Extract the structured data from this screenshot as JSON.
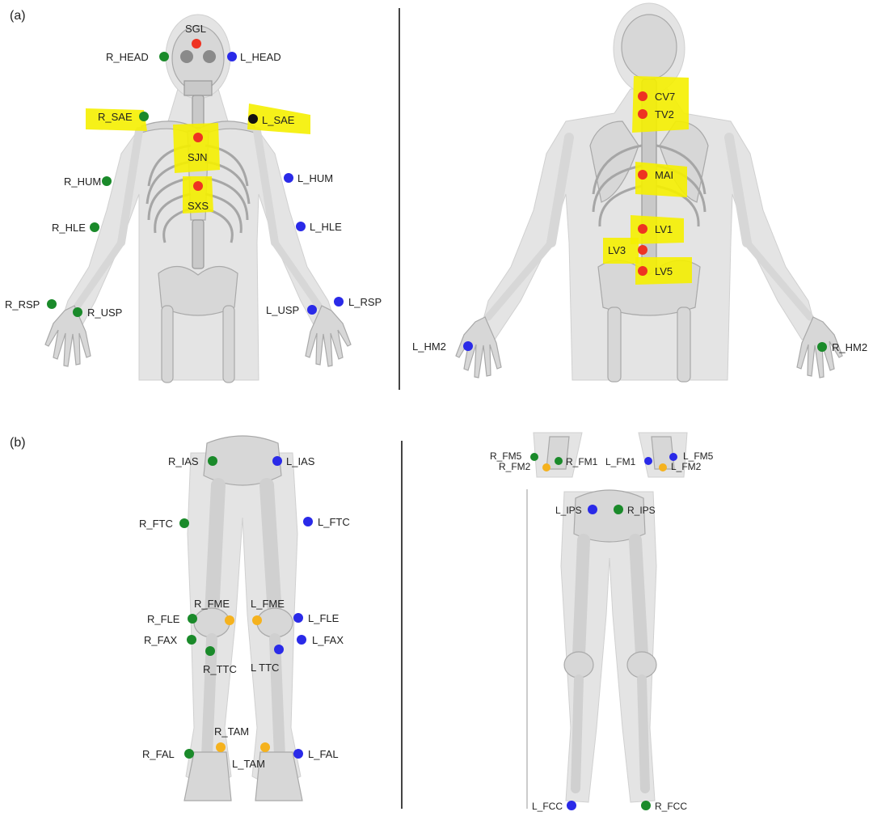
{
  "panels": {
    "a": "(a)",
    "b": "(b)"
  },
  "colors": {
    "red": "#ee3322",
    "green": "#1a8a2a",
    "blue": "#2a2ae8",
    "orange": "#f5b21e",
    "black": "#111111",
    "highlight": "#f5f000"
  },
  "markers": {
    "SGL": "SGL",
    "R_HEAD": "R_HEAD",
    "L_HEAD": "L_HEAD",
    "R_SAE": "R_SAE",
    "L_SAE": "L_SAE",
    "SJN": "SJN",
    "SXS": "SXS",
    "R_HUM": "R_HUM",
    "L_HUM": "L_HUM",
    "R_HLE": "R_HLE",
    "L_HLE": "L_HLE",
    "R_RSP": "R_RSP",
    "R_USP": "R_USP",
    "L_USP": "L_USP",
    "L_RSP": "L_RSP",
    "CV7": "CV7",
    "TV2": "TV2",
    "MAI": "MAI",
    "LV1": "LV1",
    "LV3": "LV3",
    "LV5": "LV5",
    "L_HM2": "L_HM2",
    "R_HM2": "R_HM2",
    "R_IAS": "R_IAS",
    "L_IAS": "L_IAS",
    "R_FTC": "R_FTC",
    "L_FTC": "L_FTC",
    "R_FME": "R_FME",
    "L_FME": "L_FME",
    "R_FLE": "R_FLE",
    "L_FLE": "L_FLE",
    "R_FAX": "R_FAX",
    "L_FAX": "L_FAX",
    "R_TTC": "R_TTC",
    "L_TTC": "L  TTC",
    "R_TAM": "R_TAM",
    "L_TAM": "L_TAM",
    "R_FAL": "R_FAL",
    "L_FAL": "L_FAL",
    "R_FM5": "R_FM5",
    "R_FM2": "R_FM2",
    "R_FM1": "R_FM1",
    "L_FM1": "L_FM1",
    "L_FM5": "L_FM5",
    "L_FM2": "L_FM2",
    "L_IPS": "L_IPS",
    "R_IPS": "R_IPS",
    "L_FCC": "L_FCC",
    "R_FCC": "R_FCC"
  }
}
